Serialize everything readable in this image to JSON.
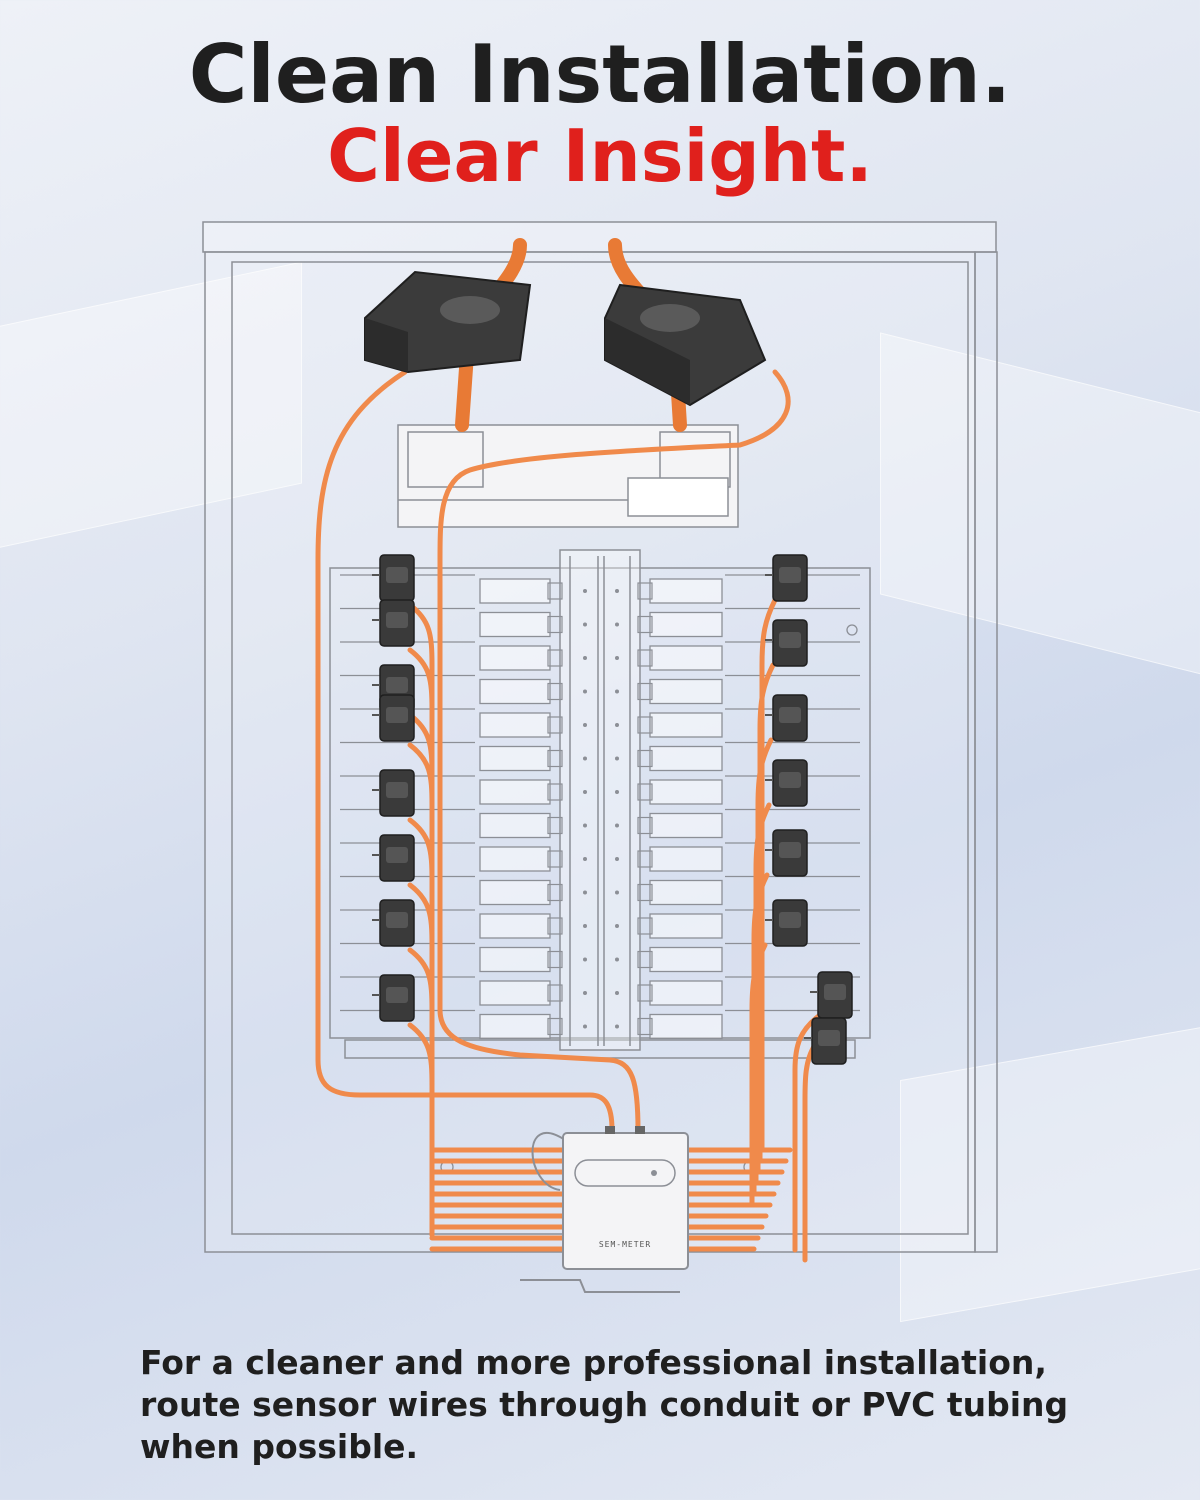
{
  "headline": {
    "line1": "Clean Installation.",
    "line2": "Clear Insight.",
    "line2_color": "#e0201c"
  },
  "device": {
    "label": "SEM-METER"
  },
  "caption": {
    "line1": "For a cleaner and more professional installation,",
    "line2": "route sensor wires through conduit or PVC tubing",
    "line3": "when possible."
  },
  "colors": {
    "wire": "#f08a4b",
    "sensor": "#3a3a3a",
    "outline": "#8c8f96"
  }
}
